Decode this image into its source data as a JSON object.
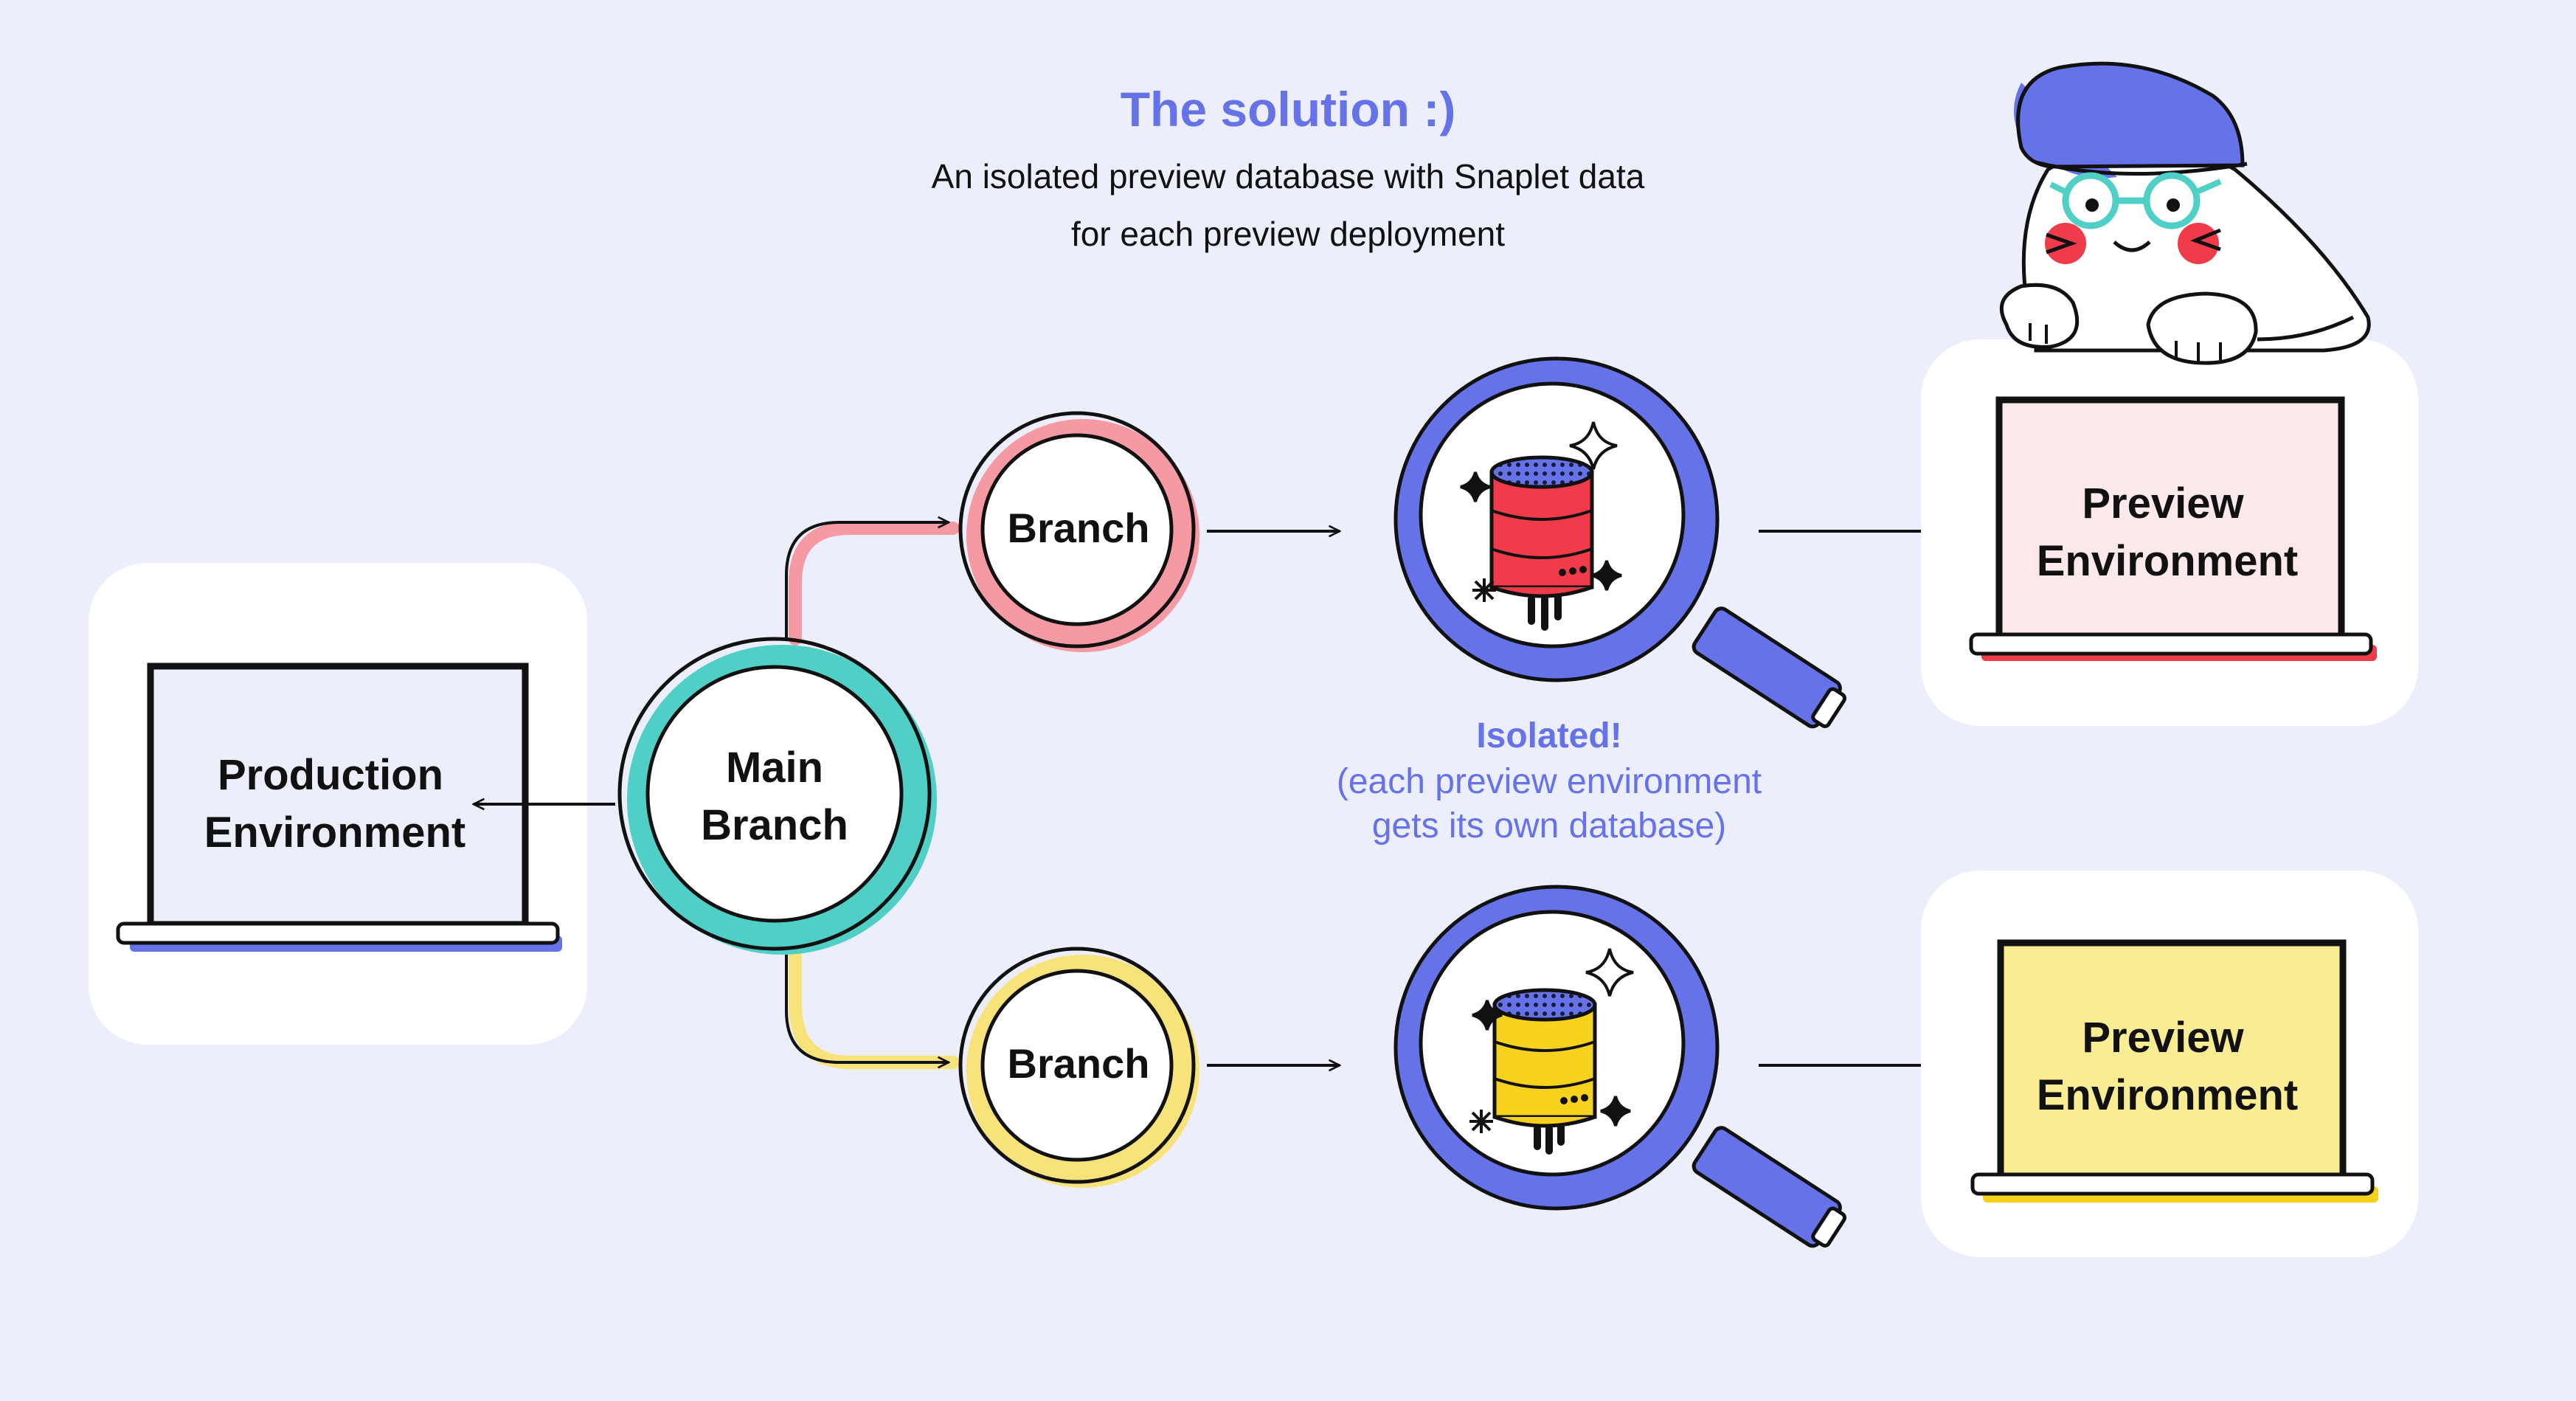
{
  "header": {
    "title": "The solution :)",
    "subtitle_line1": "An isolated preview database with Snaplet data",
    "subtitle_line2": "for each preview deployment"
  },
  "nodes": {
    "production": {
      "line1": "Production",
      "line2": "Environment"
    },
    "main_branch": {
      "line1": "Main",
      "line2": "Branch"
    },
    "branch_top": {
      "label": "Branch"
    },
    "branch_bottom": {
      "label": "Branch"
    },
    "preview_top": {
      "line1": "Preview",
      "line2": "Environment"
    },
    "preview_bottom": {
      "line1": "Preview",
      "line2": "Environment"
    }
  },
  "isolated_note": {
    "title": "Isolated!",
    "line1": "(each preview environment",
    "line2": "gets its own database)"
  },
  "colors": {
    "background": "#edeefb",
    "accent": "#6672e8",
    "teal": "#4fcfc6",
    "pink": "#f59aa3",
    "yellow": "#f8e27a",
    "red_db": "#f03c4a",
    "yellow_db": "#f6d21c",
    "preview_top_screen": "#fde9ec",
    "preview_bottom_screen": "#faec93"
  },
  "icons": [
    "laptop-icon",
    "magnifier-icon",
    "database-icon",
    "sparkle-icon",
    "mascot-icon"
  ]
}
